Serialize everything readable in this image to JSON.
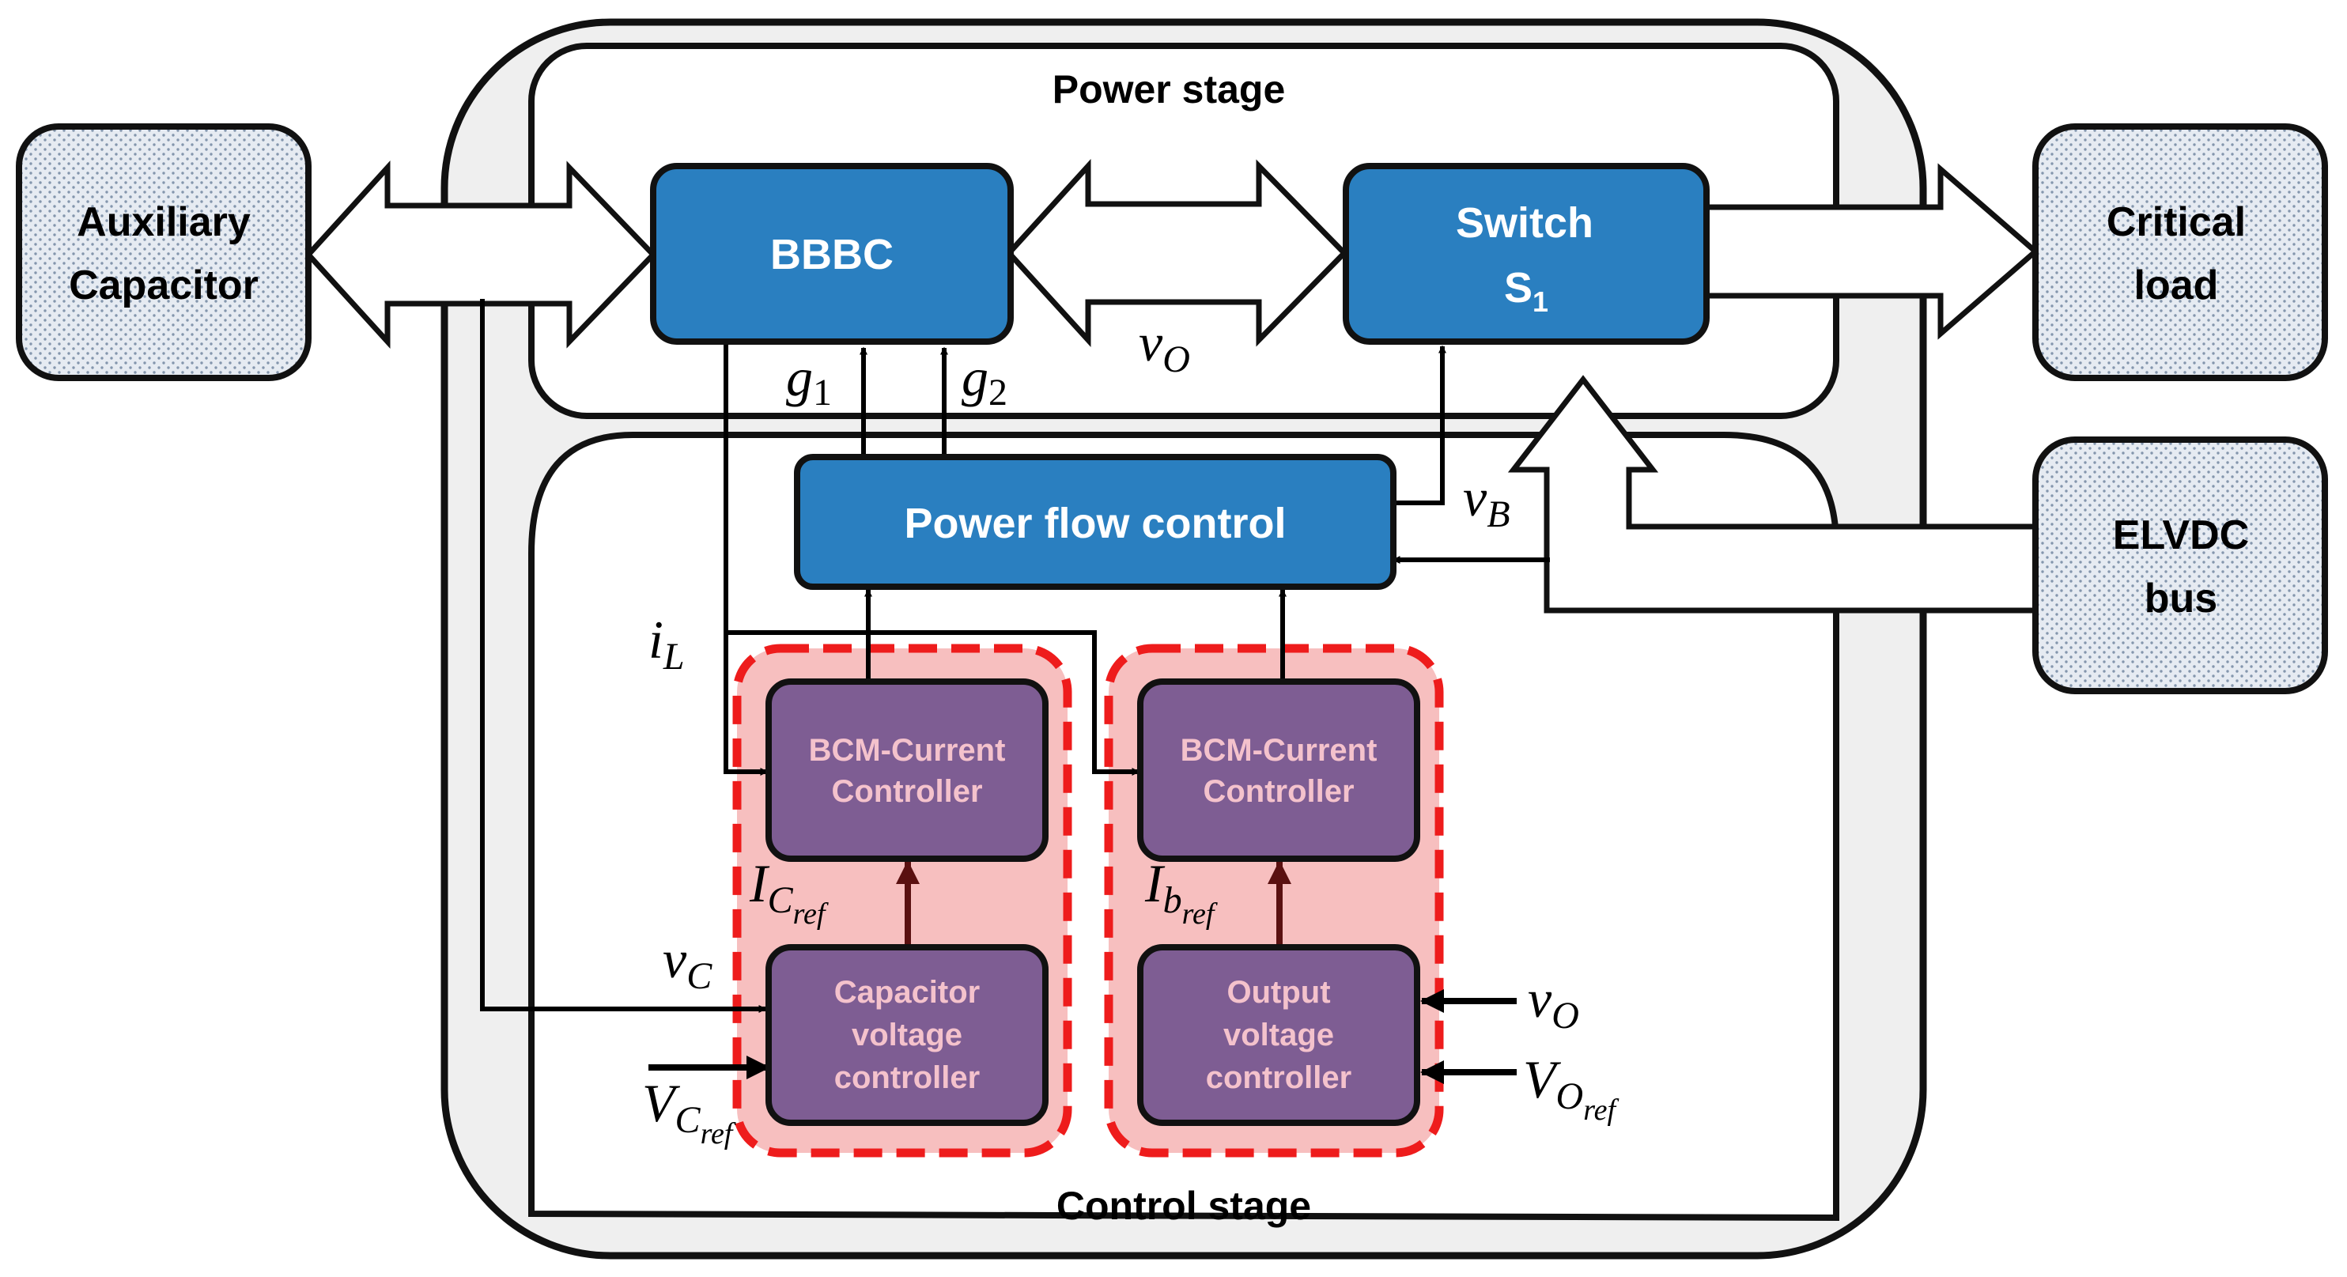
{
  "stages": {
    "power_stage": "Power stage",
    "control_stage": "Control stage"
  },
  "external_blocks": {
    "auxiliary_capacitor": {
      "line1": "Auxiliary",
      "line2": "Capacitor"
    },
    "critical_load": {
      "line1": "Critical",
      "line2": "load"
    },
    "elvdc_bus": {
      "line1": "ELVDC",
      "line2": "bus"
    }
  },
  "power_blocks": {
    "bbbc": "BBBC",
    "switch": {
      "line1": "Switch",
      "line2_main": "S",
      "line2_sub": "1"
    },
    "power_flow_control": "Power flow control"
  },
  "controllers": {
    "bcm_current_1": {
      "line1": "BCM-Current",
      "line2": "Controller"
    },
    "bcm_current_2": {
      "line1": "BCM-Current",
      "line2": "Controller"
    },
    "capacitor_voltage": {
      "line1": "Capacitor",
      "line2": "voltage",
      "line3": "controller"
    },
    "output_voltage": {
      "line1": "Output",
      "line2": "voltage",
      "line3": "controller"
    }
  },
  "signals": {
    "g1": {
      "main": "g",
      "sub": "1"
    },
    "g2": {
      "main": "g",
      "sub": "2"
    },
    "vo_top": {
      "main": "v",
      "sub": "O"
    },
    "vB": {
      "main": "v",
      "sub": "B"
    },
    "iL": {
      "main": "i",
      "sub": "L"
    },
    "ICref": {
      "main": "I",
      "sub": "C",
      "subsub": "ref"
    },
    "Ibref": {
      "main": "I",
      "sub": "b",
      "subsub": "ref"
    },
    "vC": {
      "main": "v",
      "sub": "C"
    },
    "VCref": {
      "main": "V",
      "sub": "C",
      "subsub": "ref"
    },
    "vO_right": {
      "main": "v",
      "sub": "O"
    },
    "VOref": {
      "main": "V",
      "sub": "O",
      "subsub": "ref"
    }
  },
  "colors": {
    "blue_block": "#2a7fc0",
    "purple_block": "#7e5d93",
    "controller_group_fill": "#f7bfbf",
    "controller_group_border": "#ee1c1c",
    "stage_band": "#efefef",
    "external_block_fill": "#e5eaf1"
  }
}
